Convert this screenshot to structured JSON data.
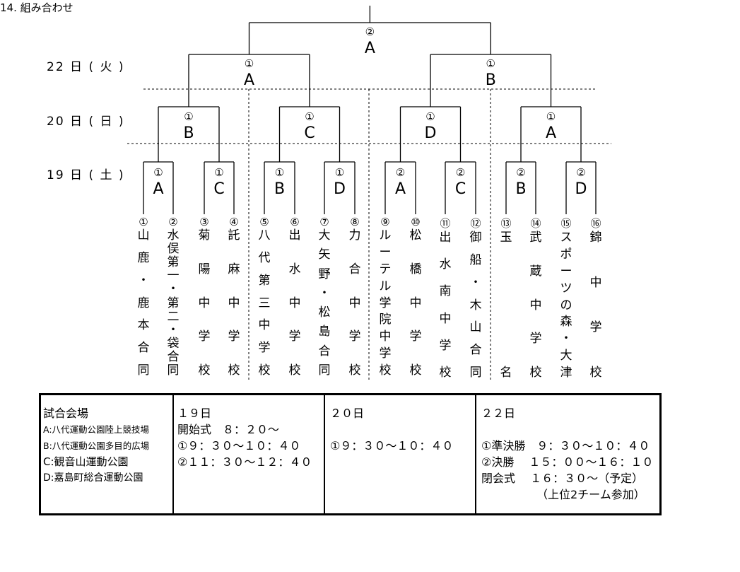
{
  "title": "14. 組み合わせ",
  "days": {
    "r1": "19 日 ( 土 )",
    "r2": "20 日 ( 日 )",
    "r3": "22 日 ( 火 )"
  },
  "final": {
    "num": "②",
    "letter": "A"
  },
  "semis": [
    {
      "num": "①",
      "letter": "A"
    },
    {
      "num": "①",
      "letter": "B"
    }
  ],
  "quarters": [
    {
      "num": "①",
      "letter": "B"
    },
    {
      "num": "①",
      "letter": "C"
    },
    {
      "num": "①",
      "letter": "D"
    },
    {
      "num": "①",
      "letter": "A"
    }
  ],
  "first_round": [
    {
      "num": "①",
      "letter": "A"
    },
    {
      "num": "①",
      "letter": "C"
    },
    {
      "num": "①",
      "letter": "B"
    },
    {
      "num": "①",
      "letter": "D"
    },
    {
      "num": "②",
      "letter": "A"
    },
    {
      "num": "②",
      "letter": "C"
    },
    {
      "num": "②",
      "letter": "B"
    },
    {
      "num": "②",
      "letter": "D"
    }
  ],
  "teams": [
    {
      "num": "①",
      "name": "山鹿・鹿本合同"
    },
    {
      "num": "②",
      "name": "水俣第一・第二・袋合同"
    },
    {
      "num": "③",
      "name": "菊陽中学校"
    },
    {
      "num": "④",
      "name": "託麻中学校"
    },
    {
      "num": "⑤",
      "name": "八代第三中学校"
    },
    {
      "num": "⑥",
      "name": "出水中学校"
    },
    {
      "num": "⑦",
      "name": "大矢野・松島合同"
    },
    {
      "num": "⑧",
      "name": "力合中学校"
    },
    {
      "num": "⑨",
      "name": "ルーテル学院中学校"
    },
    {
      "num": "⑩",
      "name": "松橋中学校"
    },
    {
      "num": "⑪",
      "name": "出水南中学校"
    },
    {
      "num": "⑫",
      "name": "御船・木山合同"
    },
    {
      "num": "⑬",
      "name": "玉名"
    },
    {
      "num": "⑭",
      "name": "武蔵中学校"
    },
    {
      "num": "⑮",
      "name": "スポーツの森・大津"
    },
    {
      "num": "⑯",
      "name": "錦中学校"
    }
  ],
  "schedule": {
    "venues": {
      "header": "試合会場",
      "a": "A:八代運動公園陸上競技場",
      "b": "B:八代運動公園多目的広場",
      "c": "C:観音山運動公園",
      "d": "D:嘉島町総合運動公園"
    },
    "day19": {
      "header": "１９日",
      "l1": "開始式　８：２０～",
      "l2": "①９：３０～１０：４０",
      "l3": "②１１：３０～１２：４０"
    },
    "day20": {
      "header": "２０日",
      "l1": "①９：３０～１０：４０"
    },
    "day22": {
      "header": "２２日",
      "l1": "①準決勝　９：３０～１０：４０",
      "l2": "②決勝　 １５：００～１６：１０",
      "l3": "閉会式　 １６：３０～（予定）",
      "l4": "（上位2チーム参加）"
    }
  }
}
